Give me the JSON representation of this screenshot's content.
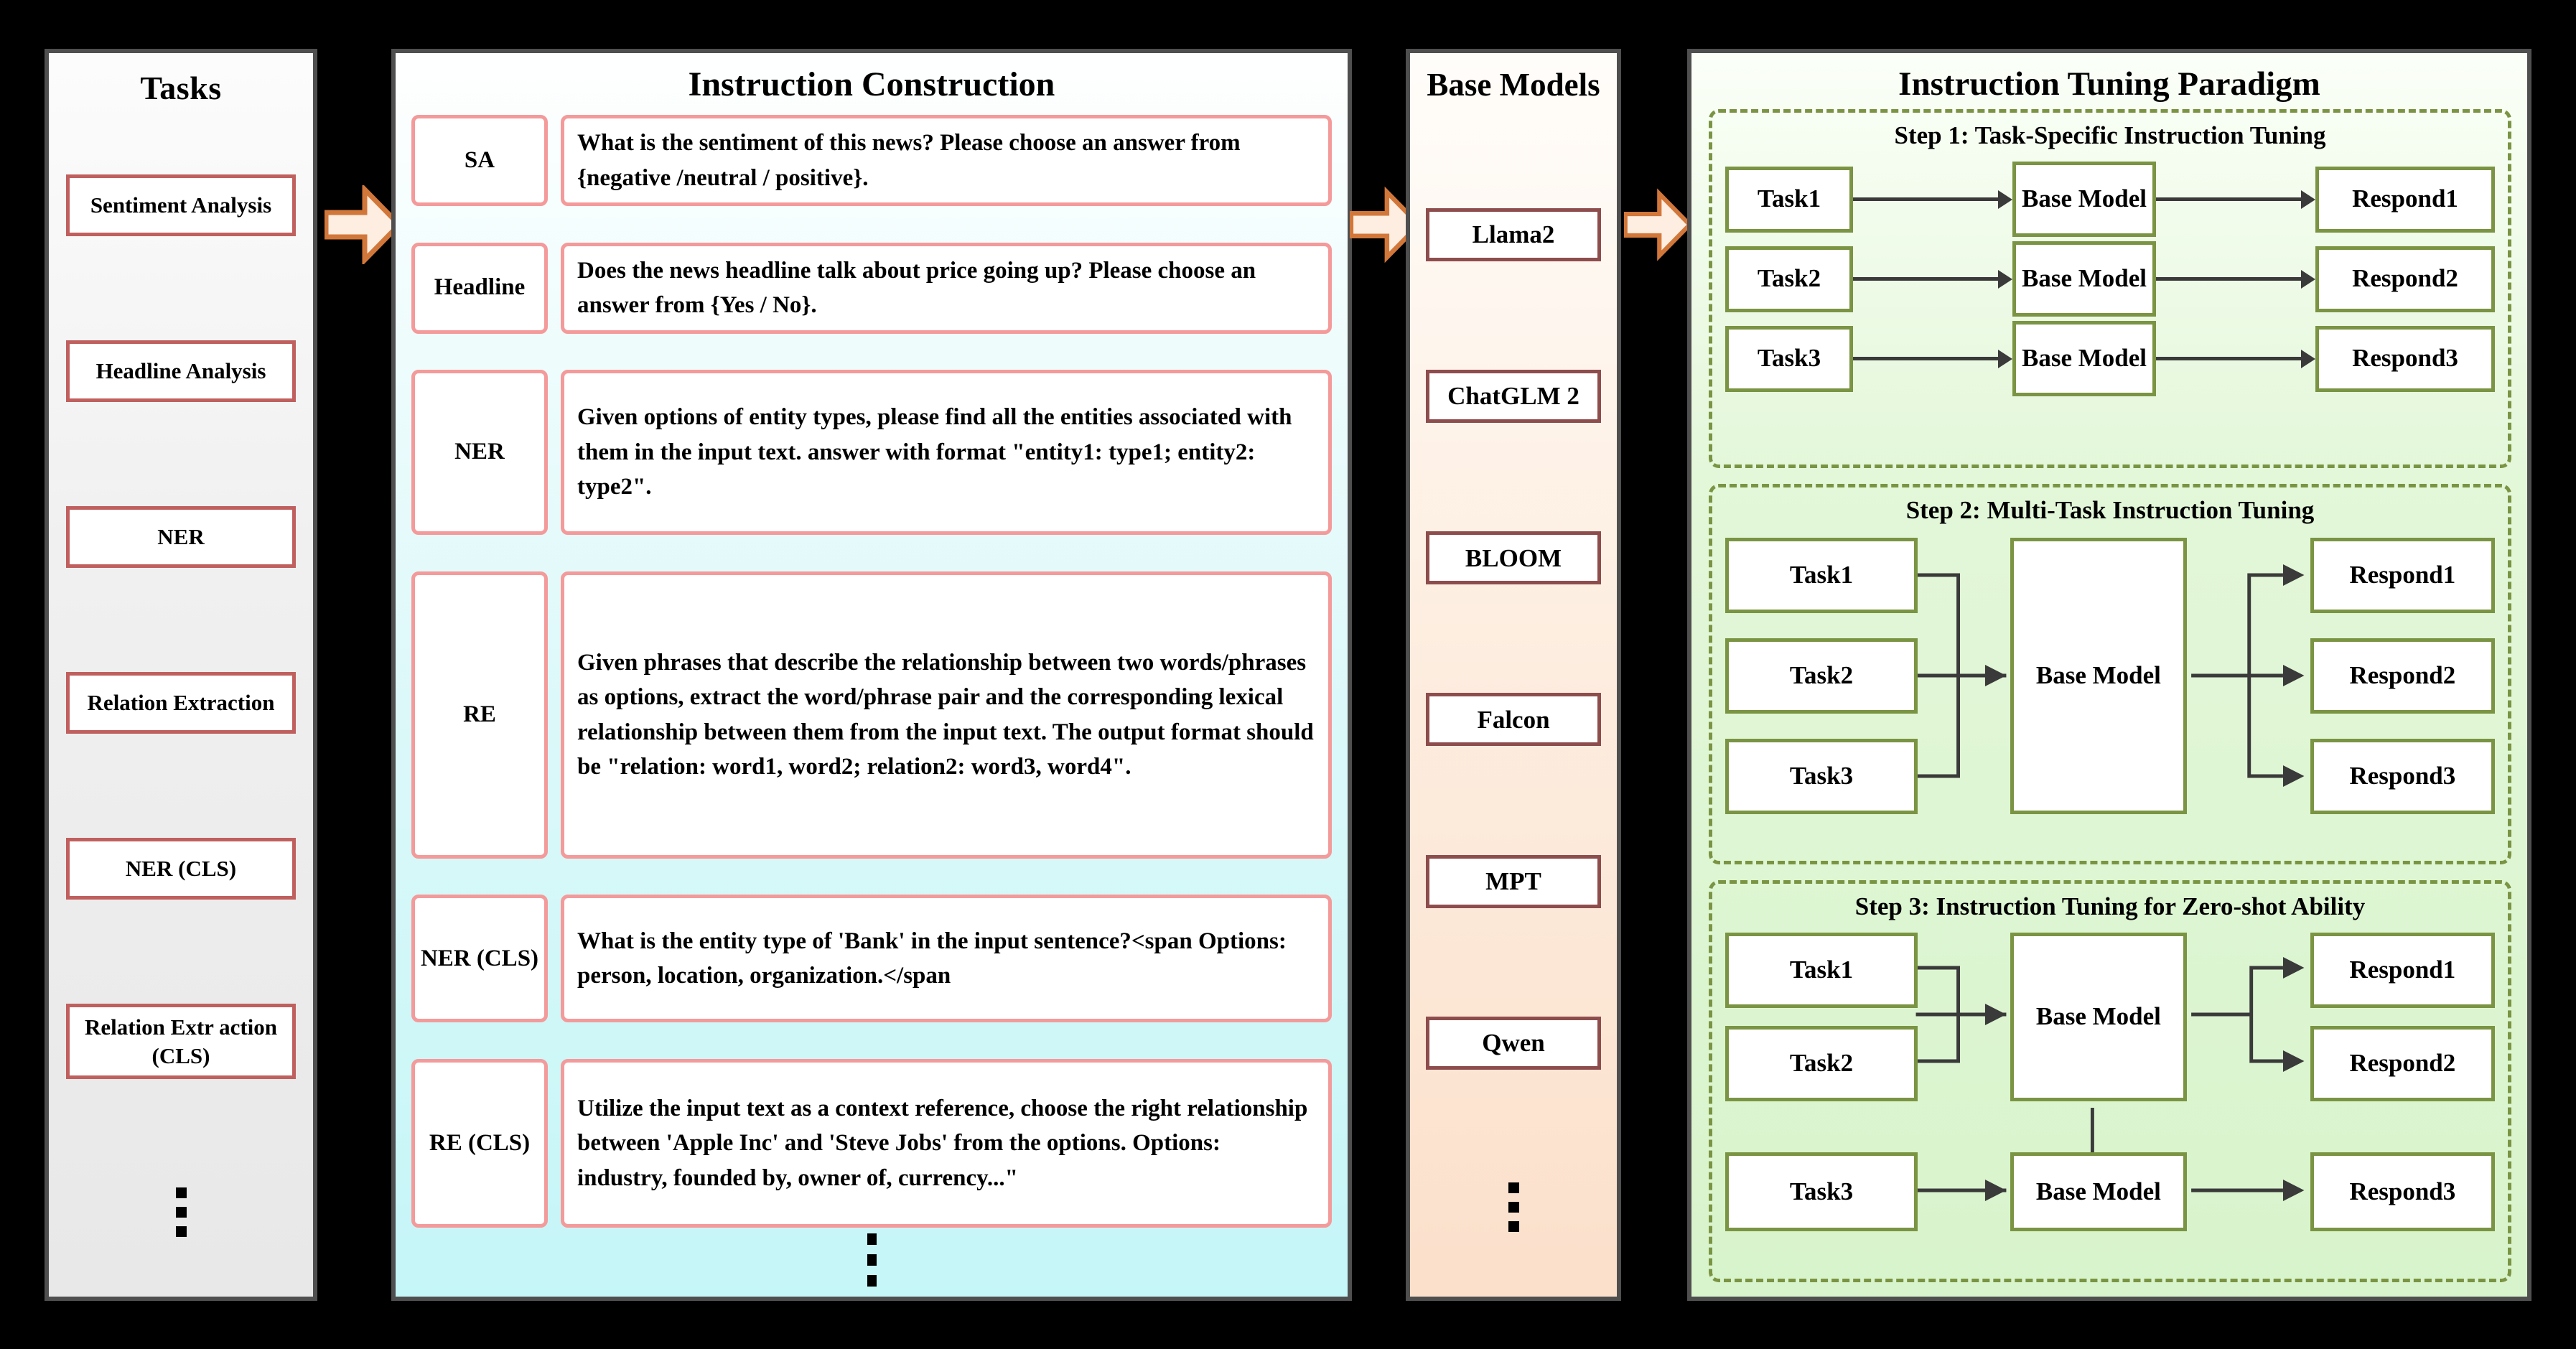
{
  "tasks_panel": {
    "title": "Tasks",
    "items": [
      {
        "label": "Sentiment Analysis"
      },
      {
        "label": "Headline Analysis"
      },
      {
        "label": "NER"
      },
      {
        "label": "Relation Extraction"
      },
      {
        "label": "NER (CLS)"
      },
      {
        "label": "Relation Extr action (CLS)"
      }
    ],
    "more_indicator": "vertical-ellipsis"
  },
  "instruction_panel": {
    "title": "Instruction Construction",
    "rows": [
      {
        "tag": "SA",
        "text": "What is the sentiment of this news? Please choose an answer from {negative /neutral / positive}."
      },
      {
        "tag": "Headline",
        "text": "Does the news headline talk about price going up? Please choose an answer from {Yes / No}."
      },
      {
        "tag": "NER",
        "text": "Given options of entity types, please find all the entities associated with them in the input text. answer with format \"entity1: type1; entity2: type2\"."
      },
      {
        "tag": "RE",
        "text": "Given phrases that describe the relationship between two words/phrases as options, extract the word/phrase pair and the corresponding lexical relationship between them from the input text. The output format should be \"relation: word1, word2; relation2: word3, word4\"."
      },
      {
        "tag": "NER (CLS)",
        "text": "What is the entity type of 'Bank' in the input sentence?<span Options: person, location, organization.</span"
      },
      {
        "tag": "RE (CLS)",
        "text": "Utilize the input text as a context reference, choose the right relationship between 'Apple Inc' and 'Steve Jobs' from the options. Options: industry, founded by, owner of, currency...\""
      }
    ],
    "more_indicator": "vertical-ellipsis"
  },
  "base_models_panel": {
    "title": "Base Models",
    "models": [
      {
        "label": "Llama2"
      },
      {
        "label": "ChatGLM 2"
      },
      {
        "label": "BLOOM"
      },
      {
        "label": "Falcon"
      },
      {
        "label": "MPT"
      },
      {
        "label": "Qwen"
      }
    ],
    "more_indicator": "vertical-ellipsis"
  },
  "tuning_panel": {
    "title": "Instruction Tuning Paradigm",
    "steps": [
      {
        "title": "Step 1: Task-Specific Instruction Tuning",
        "rows": [
          {
            "task": "Task1",
            "model": "Base Model",
            "respond": "Respond1"
          },
          {
            "task": "Task2",
            "model": "Base Model",
            "respond": "Respond2"
          },
          {
            "task": "Task3",
            "model": "Base Model",
            "respond": "Respond3"
          }
        ]
      },
      {
        "title": "Step 2: Multi-Task Instruction Tuning",
        "tasks": [
          "Task1",
          "Task2",
          "Task3"
        ],
        "model": "Base Model",
        "responds": [
          "Respond1",
          "Respond2",
          "Respond3"
        ]
      },
      {
        "title": "Step 3: Instruction Tuning for Zero-shot Ability",
        "tasks_top": [
          "Task1",
          "Task2"
        ],
        "model_top": "Base Model",
        "responds_top": [
          "Respond1",
          "Respond2"
        ],
        "task_bottom": "Task3",
        "model_bottom": "Base Model",
        "respond_bottom": "Respond3"
      }
    ]
  },
  "flow_arrows": [
    {
      "name": "tasks-to-instruction"
    },
    {
      "name": "instruction-to-base-models"
    },
    {
      "name": "base-models-to-tuning"
    }
  ],
  "colors": {
    "page_background": "#000000",
    "panel_border": "#4f4f4f",
    "task_box_border": "#c0605e",
    "instruction_box_border": "#f49a9a",
    "instruction_panel_tint": "#c5f6f8",
    "model_box_border": "#8e4d4d",
    "base_panel_tint": "#fbe0cb",
    "tuning_node_border": "#7a9443",
    "tuning_panel_tint": "#d8f4cc",
    "step_dashed_border": "#7a9443",
    "flow_arrow_outline": "#d2773a",
    "flow_arrow_fill": "#fdeee1",
    "connector_line": "#3a3a3a"
  }
}
